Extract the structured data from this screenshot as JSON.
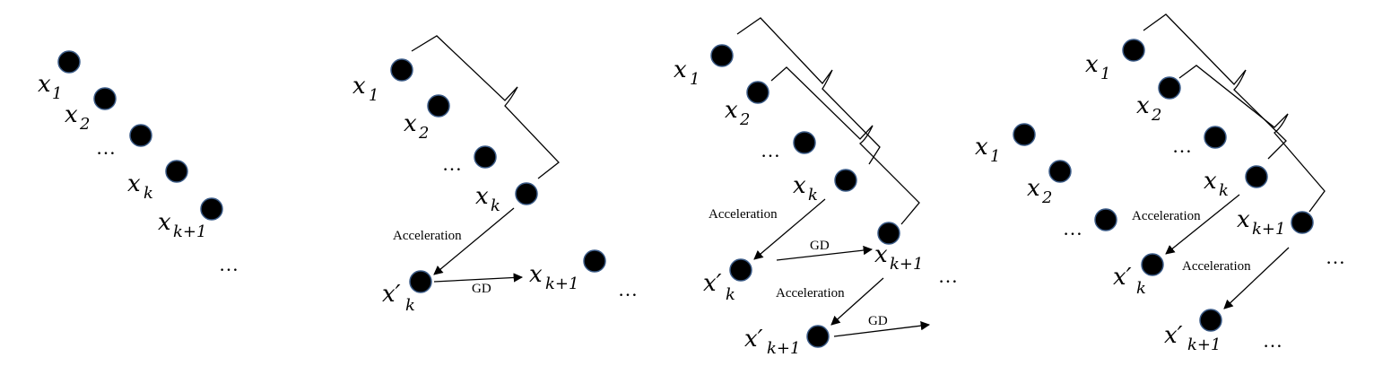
{
  "panels": [
    {
      "labels": {
        "x1": "x",
        "x1_sub": "1",
        "x2": "x",
        "x2_sub": "2",
        "dots1": "…",
        "xk": "x",
        "xk_sub": "k",
        "xk1": "x",
        "xk1_sub": "k+1",
        "dots2": "…"
      }
    },
    {
      "labels": {
        "x1": "x",
        "x1_sub": "1",
        "x2": "x",
        "x2_sub": "2",
        "dots1": "…",
        "xk": "x",
        "xk_sub": "k",
        "xpk": "x′",
        "xpk_sub": "k",
        "xk1": "x",
        "xk1_sub": "k+1",
        "dots2": "…"
      },
      "edges": {
        "accel": "Acceleration",
        "gd": "GD"
      }
    },
    {
      "labels": {
        "x1": "x",
        "x1_sub": "1",
        "x2": "x",
        "x2_sub": "2",
        "dots1": "…",
        "xk": "x",
        "xk_sub": "k",
        "xpk": "x′",
        "xpk_sub": "k",
        "xk1": "x",
        "xk1_sub": "k+1",
        "dots2": "…",
        "xpk1": "x′",
        "xpk1_sub": "k+1"
      },
      "edges": {
        "accel1": "Acceleration",
        "gd1": "GD",
        "accel2": "Acceleration",
        "gd2": "GD"
      }
    },
    {
      "labels": {
        "a_x1": "x",
        "a_x1_sub": "1",
        "a_x2": "x",
        "a_x2_sub": "2",
        "a_dots": "…",
        "x1": "x",
        "x1_sub": "1",
        "x2": "x",
        "x2_sub": "2",
        "dots1": "…",
        "xk": "x",
        "xk_sub": "k",
        "xk1": "x",
        "xk1_sub": "k+1",
        "dots2": "…",
        "xpk": "x′",
        "xpk_sub": "k",
        "xpk1": "x′",
        "xpk1_sub": "k+1",
        "dots3": "…"
      },
      "edges": {
        "accel1": "Acceleration",
        "accel2": "Acceleration"
      }
    }
  ],
  "colors": {
    "node_fill": "#000000",
    "node_stroke": "#3a5a86",
    "line": "#000000"
  }
}
